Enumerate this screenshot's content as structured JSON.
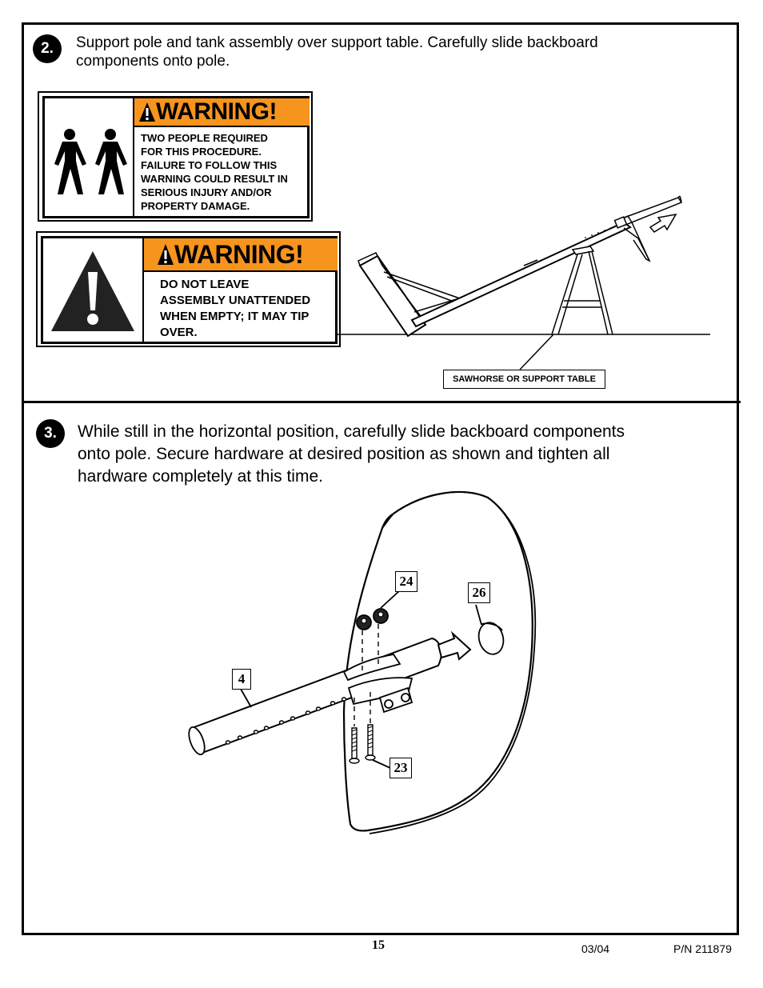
{
  "step2": {
    "number": "2.",
    "line1": "Support pole and tank assembly over support table. Carefully slide backboard",
    "line2": "components onto pole."
  },
  "warning1": {
    "heading": "WARNING!",
    "lines": [
      "TWO PEOPLE REQUIRED",
      "FOR THIS PROCEDURE.",
      "FAILURE TO FOLLOW THIS",
      "WARNING COULD RESULT IN",
      "SERIOUS INJURY AND/OR",
      "PROPERTY DAMAGE."
    ]
  },
  "warning2": {
    "heading": "WARNING!",
    "lines": [
      "DO NOT LEAVE",
      "ASSEMBLY UNATTENDED",
      "WHEN EMPTY; IT MAY TIP",
      "OVER."
    ]
  },
  "support_label": "SAWHORSE OR SUPPORT TABLE",
  "step3": {
    "number": "3.",
    "line1": "While still in the horizontal position, carefully slide backboard components",
    "line2": "onto pole.  Secure hardware at desired position as shown and tighten all",
    "line3": "hardware completely at this time."
  },
  "callouts": {
    "c24": "24",
    "c26": "26",
    "c4": "4",
    "c23": "23"
  },
  "footer": {
    "page": "15",
    "date": "03/04",
    "part_number": "P/N 211879"
  },
  "colors": {
    "warning_orange": "#f7941d"
  }
}
